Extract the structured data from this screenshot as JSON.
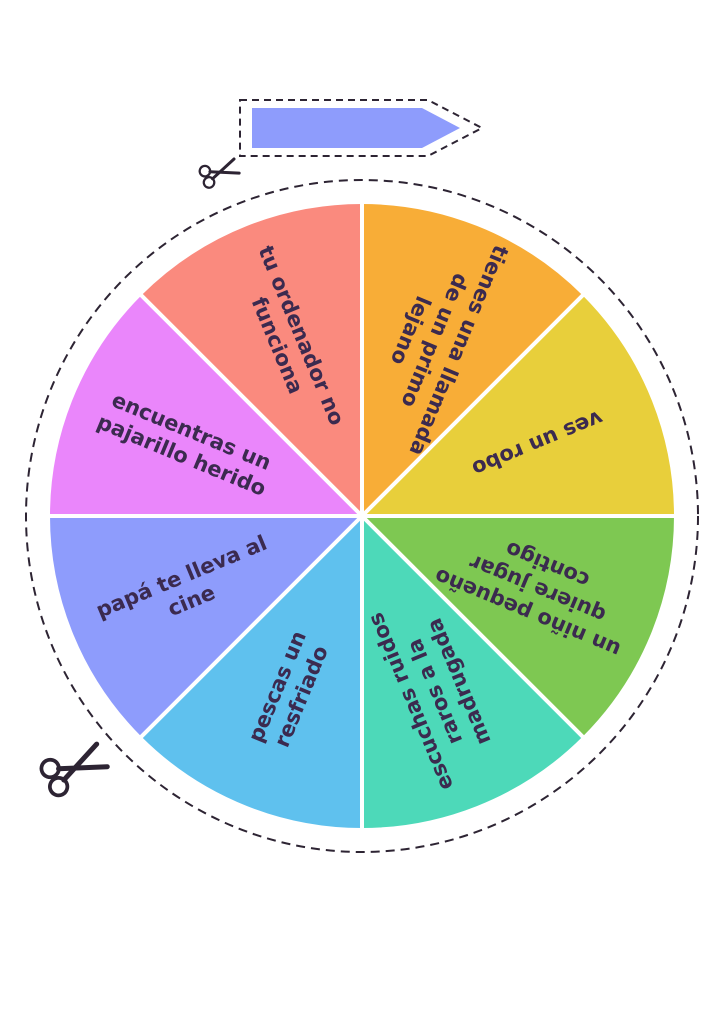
{
  "wheel": {
    "segments": [
      {
        "id": "seg-ordenador",
        "label": [
          "tu ordenador no",
          "funciona"
        ],
        "color": "#fa8a7e"
      },
      {
        "id": "seg-llamada",
        "label": [
          "tienes una llamada",
          "de un primo",
          "lejano"
        ],
        "color": "#f8ad37"
      },
      {
        "id": "seg-robo",
        "label": [
          "ves un robo"
        ],
        "color": "#e8cf3b"
      },
      {
        "id": "seg-nino",
        "label": [
          "un niño pequeño",
          "quiere jugar",
          "contigo"
        ],
        "color": "#7ec852"
      },
      {
        "id": "seg-ruidos",
        "label": [
          "escuchas ruidos",
          "raros a la",
          "madrugada"
        ],
        "color": "#4dd9b9"
      },
      {
        "id": "seg-resfriado",
        "label": [
          "pescas un",
          "resfriado"
        ],
        "color": "#5fc1ee"
      },
      {
        "id": "seg-cine",
        "label": [
          "papá te lleva al",
          "cine"
        ],
        "color": "#8e9cfc"
      },
      {
        "id": "seg-pajarillo",
        "label": [
          "encuentras un",
          "pajarillo herido"
        ],
        "color": "#ea86fb"
      }
    ]
  },
  "pointer": {
    "color": "#8e9cfc"
  },
  "colors": {
    "text": "#3b2a4f",
    "cutline": "#2d2433",
    "divider": "#ffffff"
  },
  "icons": [
    "scissors-icon"
  ]
}
